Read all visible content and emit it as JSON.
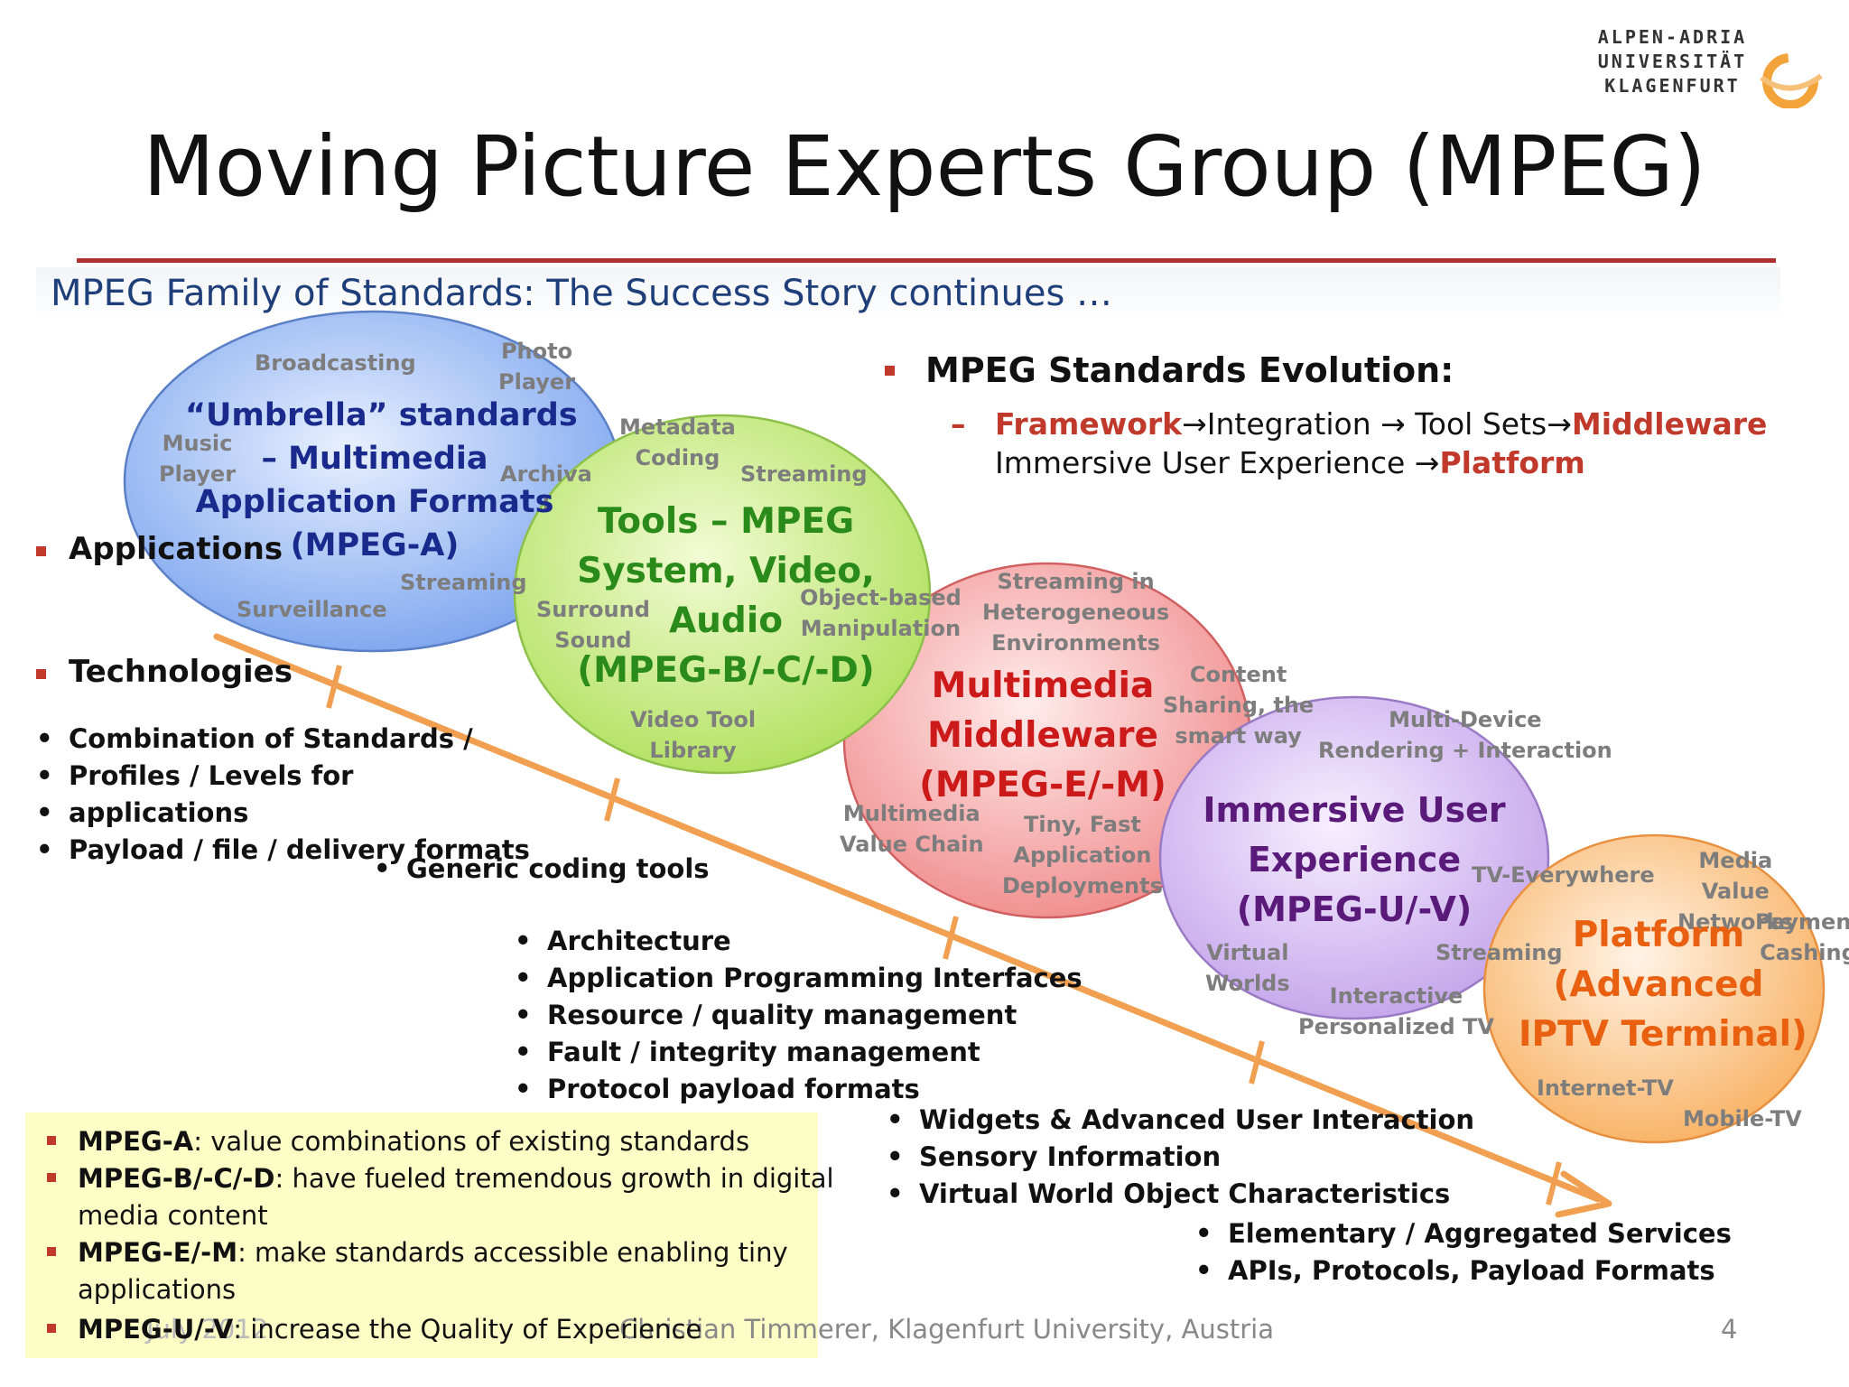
{
  "logo": {
    "lines": [
      "ALPEN-ADRIA",
      "UNIVERSITÄT",
      "KLAGENFURT"
    ]
  },
  "title": "Moving Picture Experts Group (MPEG)",
  "subtitle": "MPEG Family of Standards: The Success Story continues …",
  "evolution": {
    "heading": "MPEG Standards Evolution:",
    "dash": "–",
    "line1": {
      "a": "Framework",
      "b": "→Integration → Tool Sets→",
      "c": "Middleware"
    },
    "line2": {
      "a": "Immersive User Experience →",
      "b": "Platform"
    }
  },
  "left_headings": {
    "applications": "Applications",
    "technologies": "Technologies"
  },
  "lists": {
    "technologies": [
      "Combination of Standards /",
      "Profiles / Levels for",
      "applications",
      "Payload / file / delivery formats"
    ],
    "generic": [
      "Generic coding tools"
    ],
    "middleware": [
      "Architecture",
      "Application Programming Interfaces",
      "Resource / quality management",
      "Fault / integrity management",
      "Protocol payload formats"
    ],
    "immersive": [
      "Widgets & Advanced User Interaction",
      "Sensory Information",
      "Virtual World Object Characteristics"
    ],
    "platform": [
      "Elementary / Aggregated Services",
      "APIs, Protocols, Payload Formats"
    ]
  },
  "ellipses": {
    "mpeg_a": {
      "title": [
        "“Umbrella” standards",
        "– Multimedia",
        "Application Formats",
        "(MPEG-A)"
      ],
      "labels": {
        "broadcasting": "Broadcasting",
        "photo": [
          "Photo",
          "Player"
        ],
        "music": [
          "Music",
          "Player"
        ],
        "archival": [
          "Archiva",
          "l"
        ],
        "streaming": "Streaming",
        "surveillance": "Surveillance"
      }
    },
    "tools": {
      "title": [
        "Tools – MPEG",
        "System, Video,",
        "Audio",
        "(MPEG-B/-C/-D)"
      ],
      "labels": {
        "metadata": [
          "Metadata",
          "Coding"
        ],
        "streaming": "Streaming",
        "surround": [
          "Surround",
          "Sound"
        ],
        "object": [
          "Object-based",
          "Manipulation"
        ],
        "video_tool": [
          "Video Tool",
          "Library"
        ]
      }
    },
    "middleware": {
      "title": [
        "Multimedia",
        "Middleware",
        "(MPEG-E/-M)"
      ],
      "labels": {
        "streaming_het": [
          "Streaming in",
          "Heterogeneous",
          "Environments"
        ],
        "content_sharing": [
          "Content",
          "Sharing, the",
          "smart way"
        ],
        "value_chain": [
          "Multimedia",
          "Value Chain"
        ],
        "tiny": [
          "Tiny, Fast",
          "Application",
          "Deployments"
        ]
      }
    },
    "immersive": {
      "title": [
        "Immersive User",
        "Experience",
        "(MPEG-U/-V)"
      ],
      "labels": {
        "multi_device": [
          "Multi-Device",
          "Rendering + Interaction"
        ],
        "tv_everywhere": "TV-Everywhere",
        "virtual": [
          "Virtual",
          "Worlds"
        ],
        "streaming": "Streaming",
        "interactive": [
          "Interactive",
          "Personalized TV"
        ]
      }
    },
    "platform": {
      "title": [
        "Platform",
        "(Advanced",
        "IPTV Terminal)"
      ],
      "labels": {
        "media_value": [
          "Media",
          "Value",
          "Networks"
        ],
        "payment": [
          "Payment",
          "Cashing"
        ],
        "internet_tv": "Internet-TV",
        "mobile_tv": "Mobile-TV"
      }
    }
  },
  "summary": [
    {
      "key": "MPEG-A",
      "text": ": value combinations of existing standards"
    },
    {
      "key": "MPEG-B/-C/-D",
      "text": ": have fueled tremendous growth in digital",
      "cont": "media content"
    },
    {
      "key": "MPEG-E/-M",
      "text": ": make standards accessible enabling tiny",
      "cont": "applications"
    },
    {
      "key": "MPEG-U/-V",
      "text": ": increase the Quality of Experience"
    }
  ],
  "footer": {
    "left": "July 2012",
    "center": "Christian Timmerer, Klagenfurt University, Austria",
    "page": "4"
  },
  "colors": {
    "accent_red": "#c0392b",
    "arrow": "#f0a050",
    "blue": "#1a2a8c",
    "green": "#2a8a1a",
    "red": "#cc1a1a",
    "purple": "#5a1a7a",
    "orange": "#e86010"
  }
}
